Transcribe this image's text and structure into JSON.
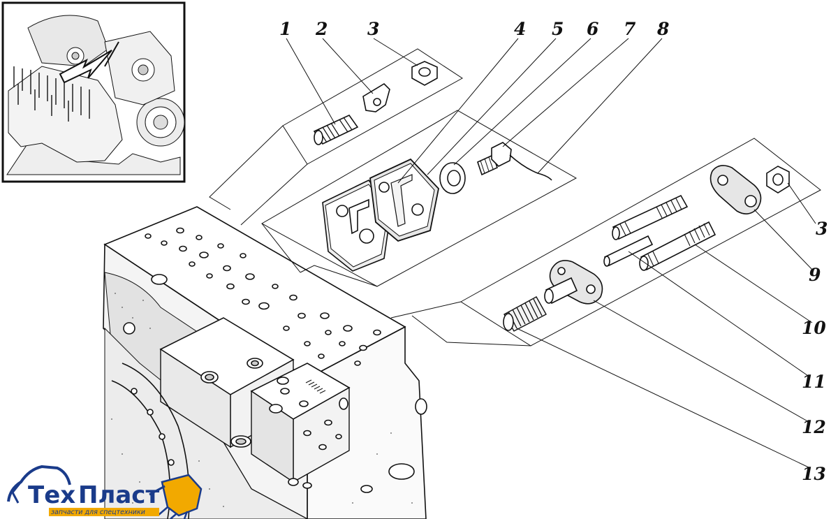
{
  "callouts": [
    {
      "id": "1",
      "text": "1"
    },
    {
      "id": "2",
      "text": "2"
    },
    {
      "id": "3",
      "text": "3"
    },
    {
      "id": "4",
      "text": "4"
    },
    {
      "id": "5",
      "text": "5"
    },
    {
      "id": "6",
      "text": "6"
    },
    {
      "id": "7",
      "text": "7"
    },
    {
      "id": "8",
      "text": "8"
    },
    {
      "id": "3b",
      "text": "3"
    },
    {
      "id": "9",
      "text": "9"
    },
    {
      "id": "10",
      "text": "10"
    },
    {
      "id": "11",
      "text": "11"
    },
    {
      "id": "12",
      "text": "12"
    },
    {
      "id": "13",
      "text": "13"
    }
  ],
  "logo": {
    "name_part1": "Тех",
    "name_part2": "Пласт",
    "tagline": "запчасти для спецтехники",
    "color_dark": "#1a3b8a",
    "color_accent": "#f2a900"
  }
}
